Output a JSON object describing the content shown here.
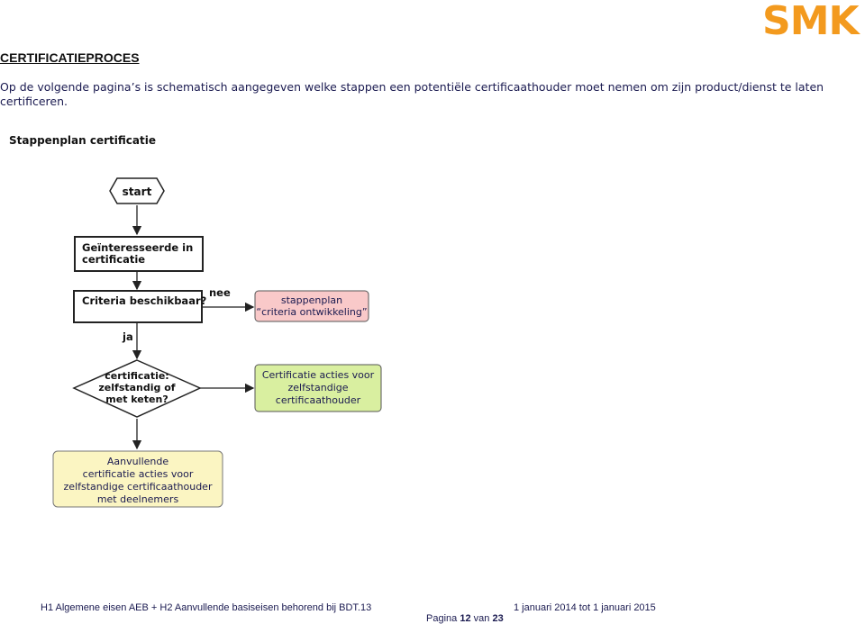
{
  "logo": "SMK",
  "title": "CERTIFICATIEPROCES",
  "intro": "Op de volgende pagina’s is schematisch aangegeven welke stappen een potentiële certificaathouder moet nemen om zijn product/dienst te laten certificeren.",
  "flowchart": {
    "title": "Stappenplan certificatie",
    "start": "start",
    "step1": [
      "Geïnteresseerde in",
      "certificatie"
    ],
    "step2": "Criteria beschikbaar?",
    "nee_label": "nee",
    "ja_label": "ja",
    "side1": [
      "stappenplan",
      "“criteria ontwikkeling”"
    ],
    "decision": [
      "certificatie:",
      "zelfstandig of",
      "met keten?"
    ],
    "side2": [
      "Certificatie acties voor",
      "zelfstandige",
      "certificaathouder"
    ],
    "bottom": [
      "Aanvullende",
      "certificatie acties voor",
      "zelfstandige certificaathouder",
      "met deelnemers"
    ]
  },
  "colors": {
    "logo": "#f39a1e",
    "pink_box": "#f9c9c9",
    "green_box": "#d9efa0",
    "yellow_box": "#fbf5c2"
  },
  "footer": {
    "left": "H1 Algemene eisen AEB + H2 Aanvullende basiseisen behorend bij BDT.13",
    "right": "1 januari 2014 tot 1 januari 2015",
    "page_prefix": "Pagina",
    "page_num": "12",
    "page_mid": "van",
    "page_total": "23"
  }
}
